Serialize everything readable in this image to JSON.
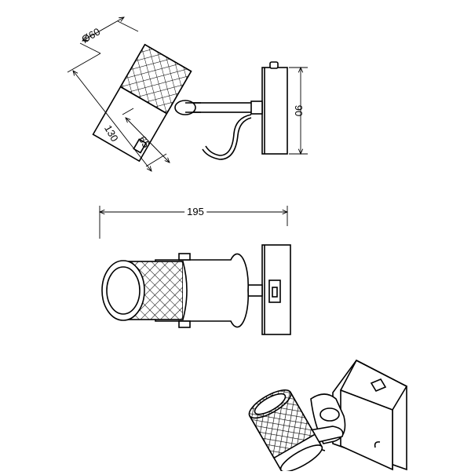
{
  "dimensions": {
    "diameter": "Ø60",
    "length_total": "130",
    "length_mesh_offset": "65",
    "plate_height": "90",
    "total_width": "195"
  },
  "views": [
    "side-view",
    "top-view",
    "perspective-view"
  ]
}
